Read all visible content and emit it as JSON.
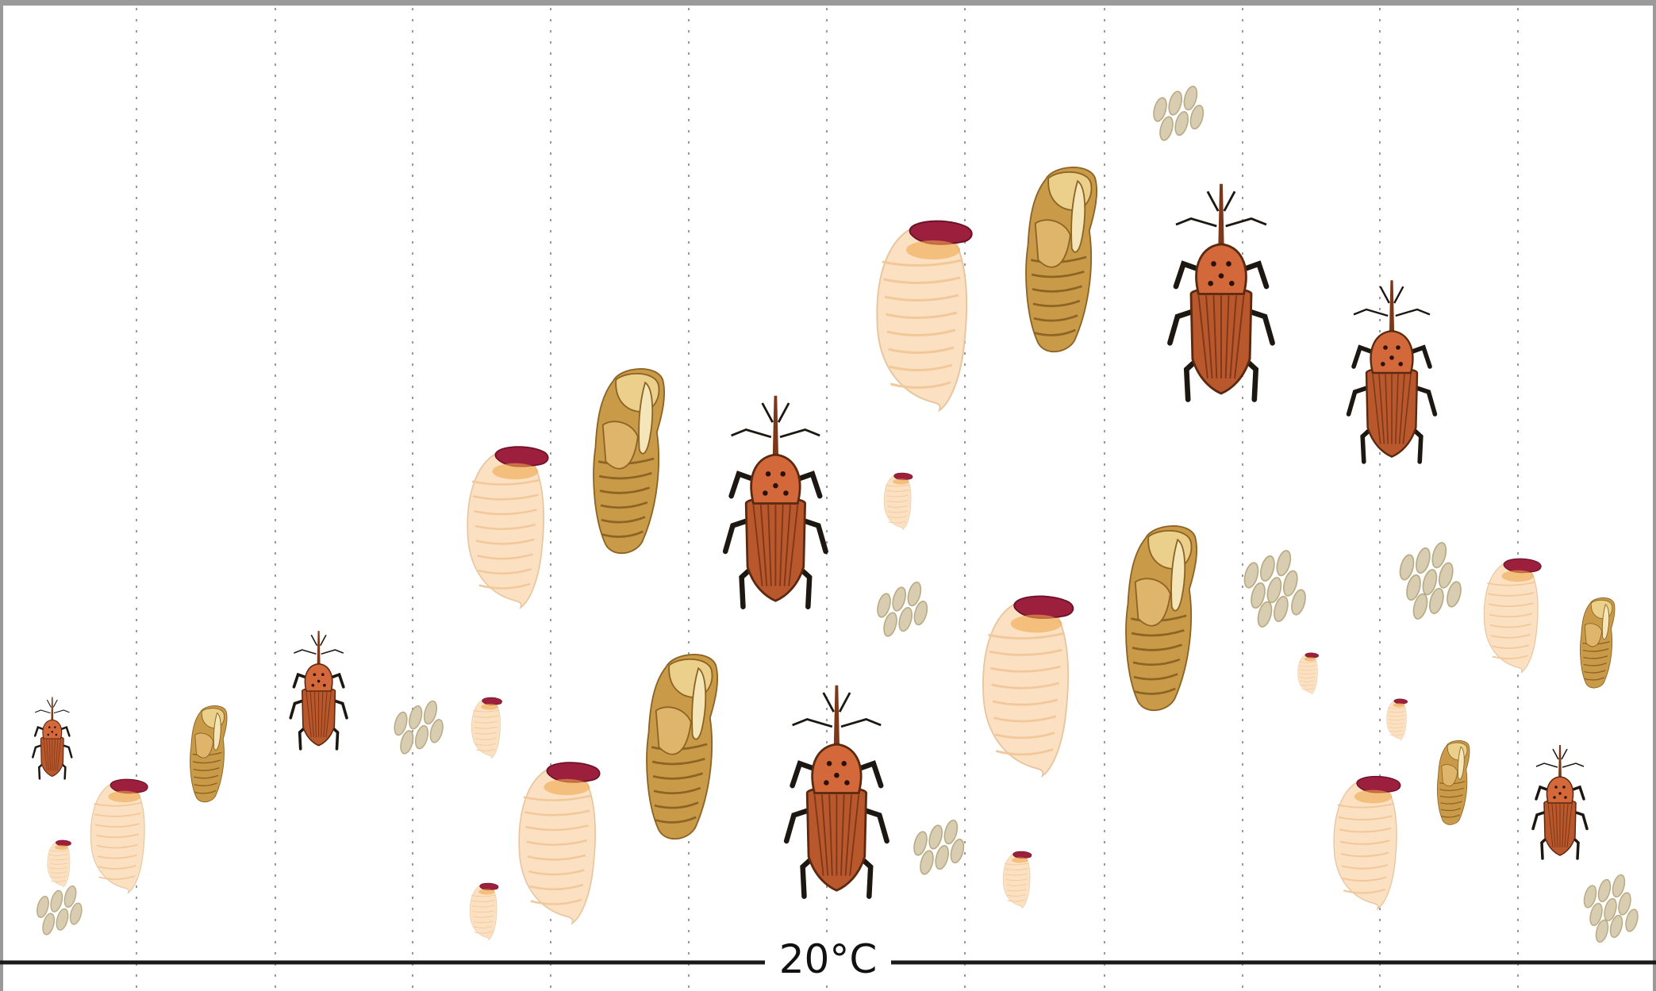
{
  "diagram": {
    "temperature_label": "20°C",
    "stages": [
      "egg",
      "larva",
      "pupa",
      "adult"
    ],
    "colors": {
      "background": "#ffffff",
      "frame_top": "#9a9a9a",
      "axis_line": "#1a1a1a",
      "grid_line": "#9a9a9a",
      "egg": "#d8cdb0",
      "egg_dark": "#b9ab86",
      "larva_body": "#fbe1c2",
      "larva_band": "#f2c89b",
      "larva_head": "#9c1f3e",
      "pupa_body": "#c99a48",
      "pupa_dark": "#8d6424",
      "pupa_light": "#ead08a",
      "adult_body": "#b8582c",
      "adult_pronotum": "#d3683a",
      "adult_stripe": "#7d3719",
      "adult_legs": "#1d1712"
    }
  }
}
